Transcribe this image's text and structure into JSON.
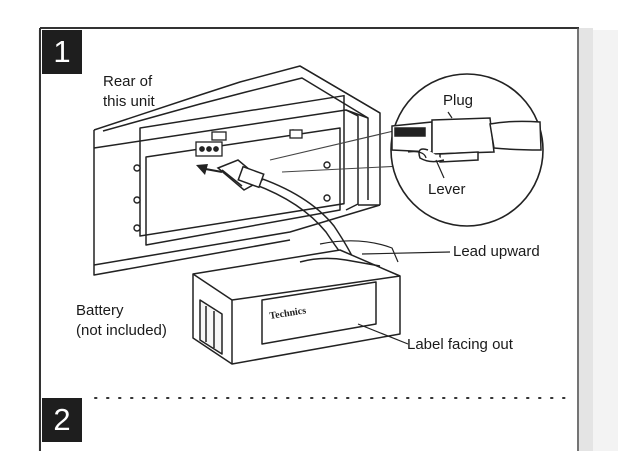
{
  "steps": [
    {
      "number": "1"
    },
    {
      "number": "2"
    }
  ],
  "callouts": {
    "rear_of_unit": [
      "Rear of",
      "this unit"
    ],
    "plug": "Plug",
    "lever": "Lever",
    "lead_upward": "Lead upward",
    "battery": [
      "Battery",
      "(not included)"
    ],
    "label_facing_out": "Label facing out"
  },
  "battery_brand": "Technics",
  "colors": {
    "badge_bg": "#1e1e1e",
    "badge_fg": "#ffffff",
    "line_art": "#222222",
    "frame": "#555555"
  }
}
